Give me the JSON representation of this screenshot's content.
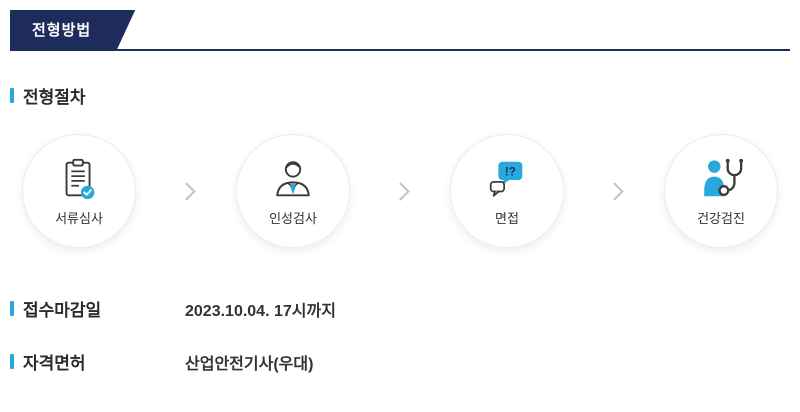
{
  "colors": {
    "navy": "#1e2c5c",
    "accent": "#29a8dc",
    "outline": "#3a3a3a",
    "chevron": "#c3c3c3"
  },
  "banner": {
    "title": "전형방법"
  },
  "procedure": {
    "label": "전형절차"
  },
  "steps": [
    {
      "label": "서류심사",
      "icon": "document-check-icon"
    },
    {
      "label": "인성검사",
      "icon": "person-tie-icon"
    },
    {
      "label": "면접",
      "icon": "speech-bubbles-icon",
      "bubble_text": "!?"
    },
    {
      "label": "건강검진",
      "icon": "person-stethoscope-icon"
    }
  ],
  "deadline": {
    "label": "접수마감일",
    "value": "2023.10.04. 17시까지"
  },
  "license": {
    "label": "자격면허",
    "value": "산업안전기사(우대)"
  }
}
